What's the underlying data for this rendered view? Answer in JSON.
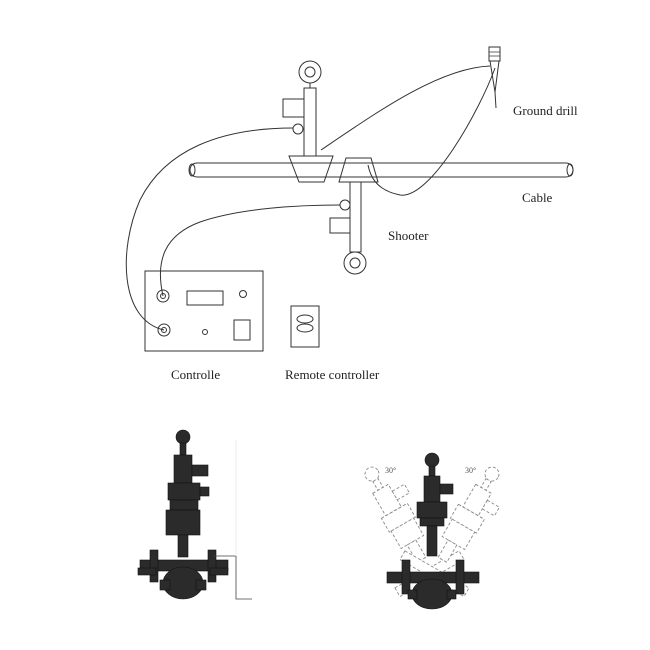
{
  "labels": {
    "ground_drill": "Ground drill",
    "cable": "Cable",
    "shooter": "Shooter",
    "controller": "Controlle",
    "remote_controller": "Remote controller"
  },
  "angles": {
    "left": "30°",
    "right": "30°"
  }
}
